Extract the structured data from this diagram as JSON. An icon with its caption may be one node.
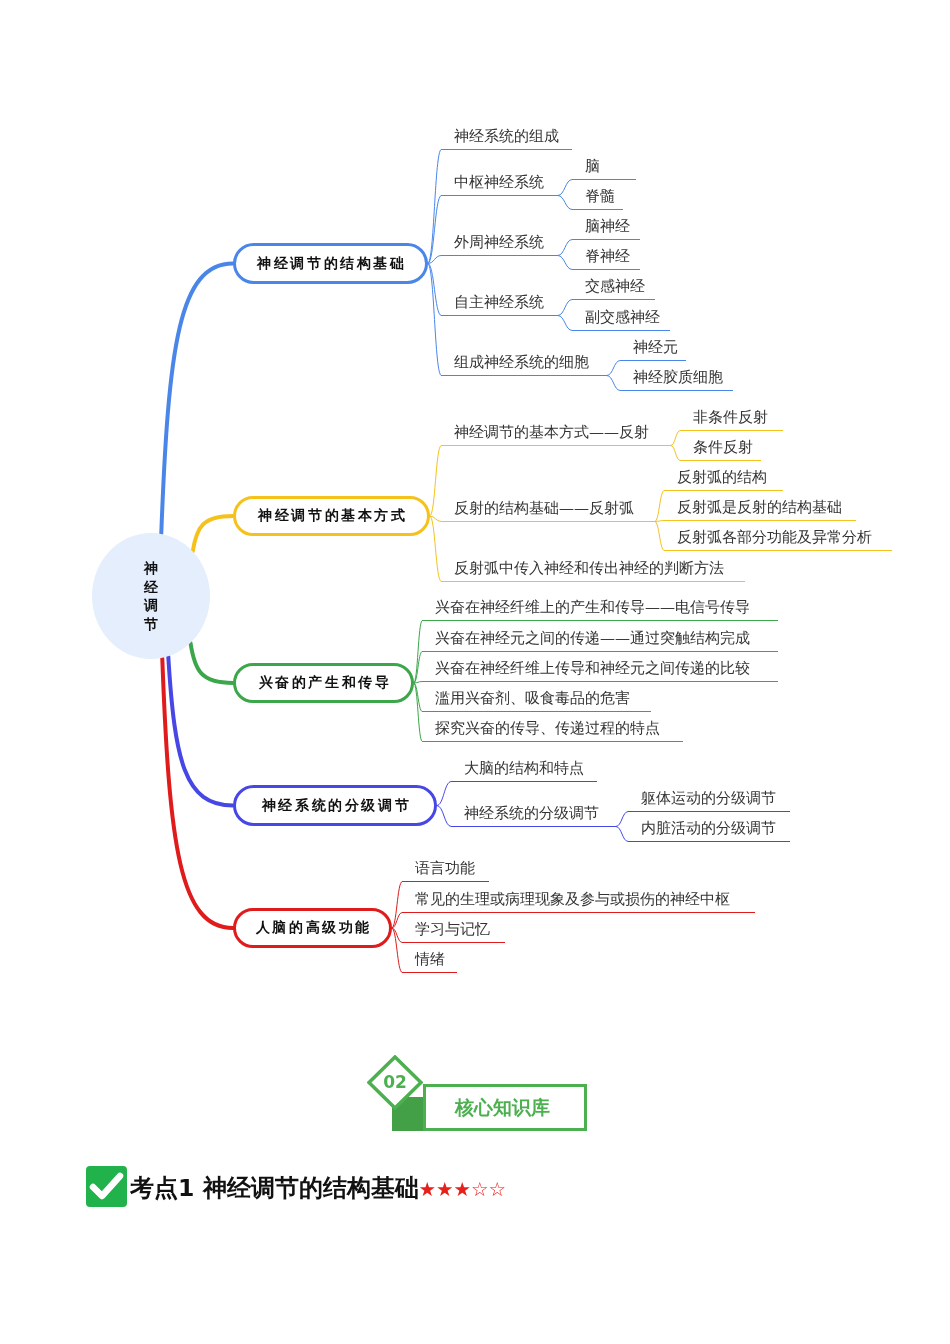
{
  "diagram": {
    "nodes": [
      {
        "text": [
          "神经调节"
        ]
      },
      {
        "text": [
          "神经调节的结构基础"
        ]
      },
      {
        "text": [
          "神经系统的组成"
        ]
      },
      {
        "text": [
          "中枢神经系统"
        ]
      },
      {
        "text": [
          "脑"
        ]
      },
      {
        "text": [
          "脊髓"
        ]
      },
      {
        "text": [
          "外周神经系统"
        ]
      },
      {
        "text": [
          "脑神经"
        ]
      },
      {
        "text": [
          "脊神经"
        ]
      },
      {
        "text": [
          "自主神经系统"
        ]
      },
      {
        "text": [
          "交感神经"
        ]
      },
      {
        "text": [
          "副交感神经"
        ]
      },
      {
        "text": [
          "组成神经系统的细胞"
        ]
      },
      {
        "text": [
          "神经元"
        ]
      },
      {
        "text": [
          "神经胶质细胞"
        ]
      },
      {
        "text": [
          "神经调节的基本方式"
        ]
      },
      {
        "text": [
          "神经调节的基本方式——反射"
        ]
      },
      {
        "text": [
          "非条件反射"
        ]
      },
      {
        "text": [
          "条件反射"
        ]
      },
      {
        "text": [
          "反射的结构基础——反射弧"
        ]
      },
      {
        "text": [
          "反射弧的结构"
        ]
      },
      {
        "text": [
          "反射弧是反射的结构基础"
        ]
      },
      {
        "text": [
          "反射弧各部分功能及异常分析"
        ]
      },
      {
        "text": [
          "反射弧中传入神经和传出神经的判断方法"
        ]
      },
      {
        "text": [
          "兴奋的产生和传导"
        ]
      },
      {
        "text": [
          "兴奋在神经纤维上的产生和传导——电信号传导"
        ]
      },
      {
        "text": [
          "兴奋在神经元之间的传递——通过突触结构完成"
        ]
      },
      {
        "text": [
          "兴奋在神经纤维上传导和神经元之间传递的比较"
        ]
      },
      {
        "text": [
          "滥用兴奋剂、吸食毒品的危害"
        ]
      },
      {
        "text": [
          "探究兴奋的传导、传递过程的特点"
        ]
      },
      {
        "text": [
          "神经系统的分级调节"
        ]
      },
      {
        "text": [
          "大脑的结构和特点"
        ]
      },
      {
        "text": [
          "神经系统的分级调节"
        ]
      },
      {
        "text": [
          "躯体运动的分级调节"
        ]
      },
      {
        "text": [
          "内脏活动的分级调节"
        ]
      },
      {
        "text": [
          "人脑的高级功能"
        ]
      },
      {
        "text": [
          "语言功能"
        ]
      },
      {
        "text": [
          "常见的生理或病理现象及参与或损伤的神经中枢"
        ]
      },
      {
        "text": [
          "学习与记忆"
        ]
      },
      {
        "text": [
          "情绪"
        ]
      },
      {
        "text": [
          "02"
        ]
      },
      {
        "text": [
          "核心知识库"
        ]
      }
    ],
    "edges": [
      {
        "from": 0,
        "to": 1,
        "arrow": "none",
        "style": "thick",
        "color": "#4a86e8"
      },
      {
        "from": 1,
        "to": 2,
        "arrow": "none",
        "color": "#4a86e8"
      },
      {
        "from": 1,
        "to": 3,
        "arrow": "none",
        "color": "#4a86e8"
      },
      {
        "from": 3,
        "to": 4,
        "arrow": "none",
        "color": "#4a86e8"
      },
      {
        "from": 3,
        "to": 5,
        "arrow": "none",
        "color": "#4a86e8"
      },
      {
        "from": 1,
        "to": 6,
        "arrow": "none",
        "color": "#4a86e8"
      },
      {
        "from": 6,
        "to": 7,
        "arrow": "none",
        "color": "#4a86e8"
      },
      {
        "from": 6,
        "to": 8,
        "arrow": "none",
        "color": "#4a86e8"
      },
      {
        "from": 1,
        "to": 9,
        "arrow": "none",
        "color": "#4a86e8"
      },
      {
        "from": 9,
        "to": 10,
        "arrow": "none",
        "color": "#4a86e8"
      },
      {
        "from": 9,
        "to": 11,
        "arrow": "none",
        "color": "#4a86e8"
      },
      {
        "from": 1,
        "to": 12,
        "arrow": "none",
        "color": "#4a86e8"
      },
      {
        "from": 12,
        "to": 13,
        "arrow": "none",
        "color": "#4a86e8"
      },
      {
        "from": 12,
        "to": 14,
        "arrow": "none",
        "color": "#4a86e8"
      },
      {
        "from": 0,
        "to": 15,
        "arrow": "none",
        "style": "thick",
        "color": "#f5c21b"
      },
      {
        "from": 15,
        "to": 16,
        "arrow": "none",
        "color": "#f5c21b"
      },
      {
        "from": 16,
        "to": 17,
        "arrow": "none",
        "color": "#f5c21b"
      },
      {
        "from": 16,
        "to": 18,
        "arrow": "none",
        "color": "#f5c21b"
      },
      {
        "from": 15,
        "to": 19,
        "arrow": "none",
        "color": "#f5c21b"
      },
      {
        "from": 19,
        "to": 20,
        "arrow": "none",
        "color": "#f5c21b"
      },
      {
        "from": 19,
        "to": 21,
        "arrow": "none",
        "color": "#f5c21b"
      },
      {
        "from": 19,
        "to": 22,
        "arrow": "none",
        "color": "#f5c21b"
      },
      {
        "from": 15,
        "to": 23,
        "arrow": "none",
        "color": "#f5c21b"
      },
      {
        "from": 0,
        "to": 24,
        "arrow": "none",
        "style": "thick",
        "color": "#3ca64b"
      },
      {
        "from": 24,
        "to": 25,
        "arrow": "none",
        "color": "#3ca64b"
      },
      {
        "from": 24,
        "to": 26,
        "arrow": "none",
        "color": "#3ca64b"
      },
      {
        "from": 24,
        "to": 27,
        "arrow": "none",
        "color": "#3ca64b"
      },
      {
        "from": 24,
        "to": 28,
        "arrow": "none",
        "color": "#3ca64b"
      },
      {
        "from": 24,
        "to": 29,
        "arrow": "none",
        "color": "#3ca64b"
      },
      {
        "from": 0,
        "to": 30,
        "arrow": "none",
        "style": "thick",
        "color": "#4747e6"
      },
      {
        "from": 30,
        "to": 31,
        "arrow": "none",
        "color": "#4747e6"
      },
      {
        "from": 30,
        "to": 32,
        "arrow": "none",
        "color": "#4747e6"
      },
      {
        "from": 32,
        "to": 33,
        "arrow": "none",
        "color": "#4747e6"
      },
      {
        "from": 32,
        "to": 34,
        "arrow": "none",
        "color": "#4747e6"
      },
      {
        "from": 0,
        "to": 35,
        "arrow": "none",
        "style": "thick",
        "color": "#e01b1b"
      },
      {
        "from": 35,
        "to": 36,
        "arrow": "none",
        "color": "#e01b1b"
      },
      {
        "from": 35,
        "to": 37,
        "arrow": "none",
        "color": "#e01b1b"
      },
      {
        "from": 35,
        "to": 38,
        "arrow": "none",
        "color": "#e01b1b"
      },
      {
        "from": 35,
        "to": 39,
        "arrow": "none",
        "color": "#e01b1b"
      }
    ],
    "labels": [
      "考点1 神经调节的结构基础",
      "★★★☆☆"
    ]
  }
}
